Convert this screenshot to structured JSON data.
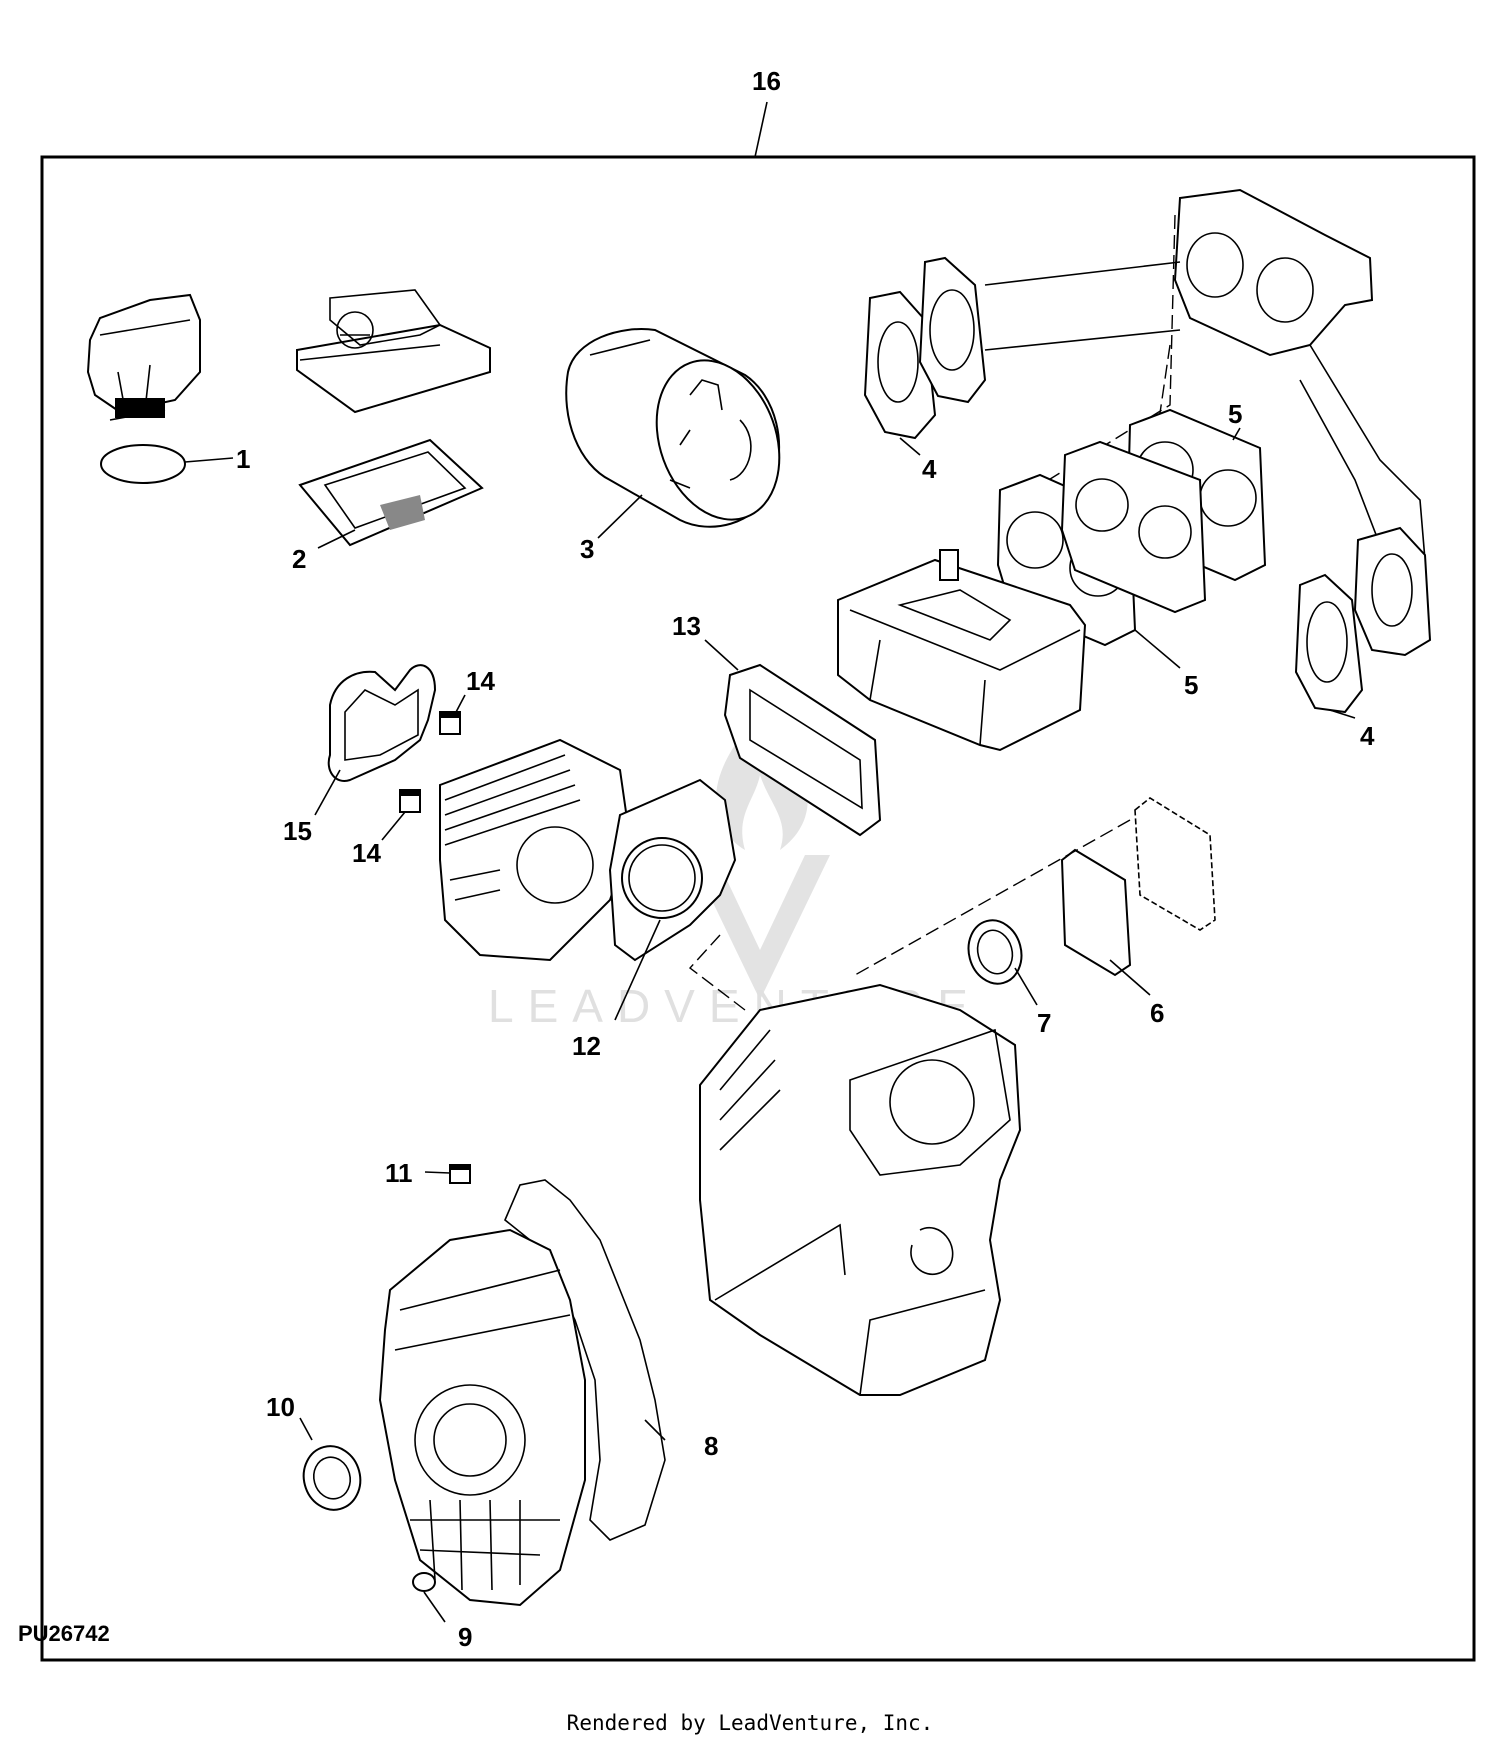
{
  "diagram": {
    "figure_id": "PU26742",
    "credit": "Rendered by LeadVenture, Inc.",
    "watermark": "LEADVENTURE",
    "callouts": [
      {
        "id": "c1",
        "label": "1"
      },
      {
        "id": "c2",
        "label": "2"
      },
      {
        "id": "c3",
        "label": "3"
      },
      {
        "id": "c4a",
        "label": "4"
      },
      {
        "id": "c4b",
        "label": "4"
      },
      {
        "id": "c5a",
        "label": "5"
      },
      {
        "id": "c5b",
        "label": "5"
      },
      {
        "id": "c6",
        "label": "6"
      },
      {
        "id": "c7",
        "label": "7"
      },
      {
        "id": "c8",
        "label": "8"
      },
      {
        "id": "c9",
        "label": "9"
      },
      {
        "id": "c10",
        "label": "10"
      },
      {
        "id": "c11",
        "label": "11"
      },
      {
        "id": "c12",
        "label": "12"
      },
      {
        "id": "c13",
        "label": "13"
      },
      {
        "id": "c14a",
        "label": "14"
      },
      {
        "id": "c14b",
        "label": "14"
      },
      {
        "id": "c15",
        "label": "15"
      },
      {
        "id": "c16",
        "label": "16"
      }
    ]
  }
}
